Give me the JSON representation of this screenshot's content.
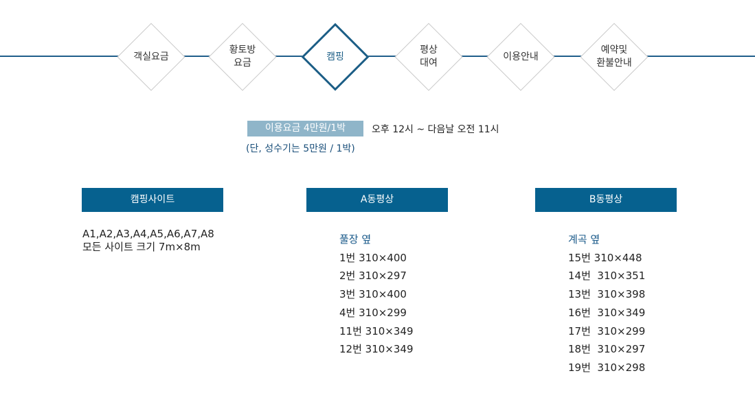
{
  "nav": {
    "items": [
      {
        "label": "객실요금",
        "active": false
      },
      {
        "label": "황토방\n요금",
        "active": false
      },
      {
        "label": "캠핑",
        "active": true
      },
      {
        "label": "평상\n대여",
        "active": false
      },
      {
        "label": "이용안내",
        "active": false
      },
      {
        "label": "예약및\n환불안내",
        "active": false
      }
    ],
    "line_color": "#1e5d8a",
    "active_color": "#1c5e86"
  },
  "price": {
    "badge": "이용요금 4만원/1박",
    "time": "오후 12시 ~ 다음날 오전 11시",
    "note": "(단, 성수기는 5만원 / 1박)"
  },
  "camping": {
    "title": "캠핑사이트",
    "sites": "A1,A2,A3,A4,A5,A6,A7,A8",
    "size": "모든 사이트 크기  7m×8m"
  },
  "a_dong": {
    "title": "A동평상",
    "subhead": "풀장 옆",
    "spots": [
      "1번 310×400",
      "2번 310×297",
      "3번 310×400",
      "4번 310×299",
      "11번 310×349",
      "12번 310×349"
    ]
  },
  "b_dong": {
    "title": "B동평상",
    "subhead": "계곡 옆",
    "spots": [
      "15번 310×448",
      "14번  310×351",
      "13번  310×398",
      "16번  310×349",
      "17번  310×299",
      "18번  310×297",
      "19번  310×298"
    ]
  },
  "colors": {
    "header_bg": "#06618f",
    "badge_bg": "#8fb5c9"
  }
}
